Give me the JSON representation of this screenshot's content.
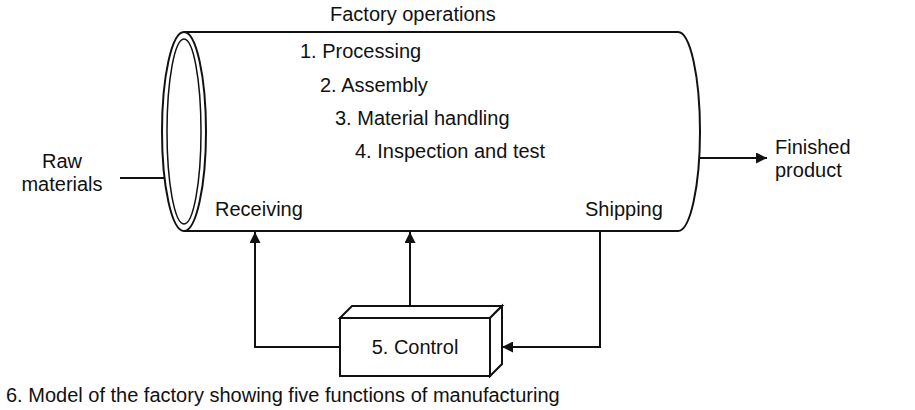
{
  "diagram": {
    "caption": "6. Model of the factory showing five functions of manufacturing",
    "nodes": [
      {
        "text": [
          "Factory operations",
          "1. Processing",
          "2. Assembly",
          "3. Material handling",
          "4. Inspection and test",
          "Receiving",
          "Shipping"
        ]
      },
      {
        "text": [
          "5. Control"
        ]
      }
    ],
    "edges": [
      {
        "from": 1,
        "to": 0,
        "arrow": "to"
      },
      {
        "from": 1,
        "to": 0,
        "arrow": "to"
      },
      {
        "from": 0,
        "to": 1,
        "arrow": "to"
      }
    ],
    "labels": [
      "Raw materials",
      "Finished product"
    ]
  }
}
